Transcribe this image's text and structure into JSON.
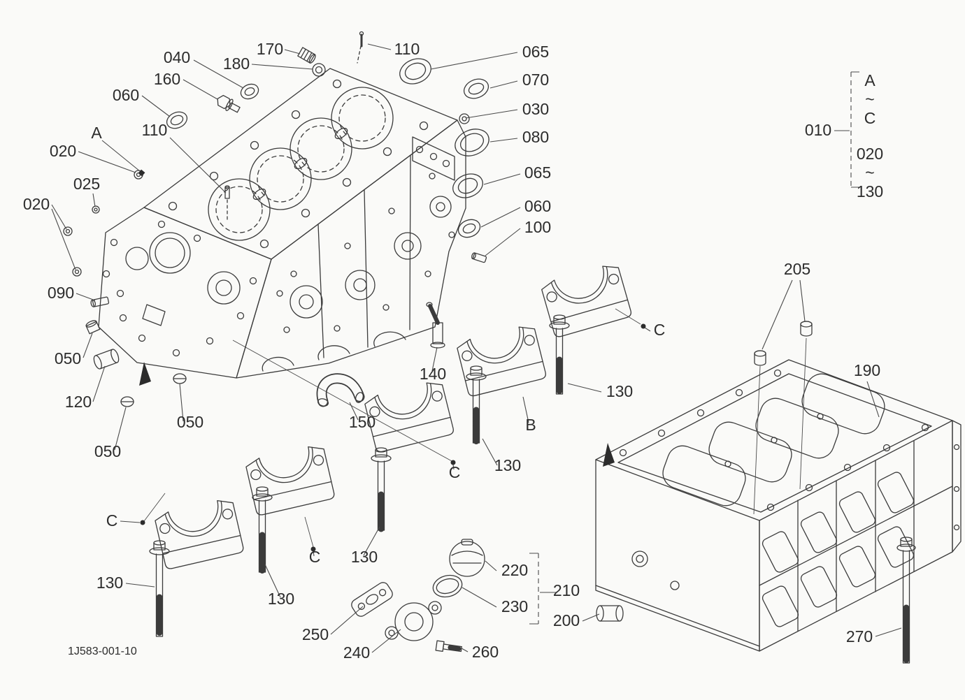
{
  "page": {
    "background_color": "#fafaf8"
  },
  "drawing": {
    "number": "1J583-001-10",
    "line_color": "#3b3b3b",
    "text_color": "#2c2c2c"
  },
  "legend": {
    "ref_label": "010",
    "series_top": {
      "start": "A",
      "tilde": "~",
      "end": "C"
    },
    "series_bottom": {
      "start": "020",
      "tilde": "~",
      "end": "130"
    }
  },
  "labels": [
    {
      "text": "040"
    },
    {
      "text": "170"
    },
    {
      "text": "110"
    },
    {
      "text": "065"
    },
    {
      "text": "180"
    },
    {
      "text": "160"
    },
    {
      "text": "070"
    },
    {
      "text": "060"
    },
    {
      "text": "030"
    },
    {
      "text": "A"
    },
    {
      "text": "110"
    },
    {
      "text": "080"
    },
    {
      "text": "020"
    },
    {
      "text": "065"
    },
    {
      "text": "025"
    },
    {
      "text": "060"
    },
    {
      "text": "020"
    },
    {
      "text": "100"
    },
    {
      "text": "090"
    },
    {
      "text": "050"
    },
    {
      "text": "120"
    },
    {
      "text": "050"
    },
    {
      "text": "050"
    },
    {
      "text": "140"
    },
    {
      "text": "150"
    },
    {
      "text": "B"
    },
    {
      "text": "C"
    },
    {
      "text": "130"
    },
    {
      "text": "C"
    },
    {
      "text": "130"
    },
    {
      "text": "205"
    },
    {
      "text": "190"
    },
    {
      "text": "010"
    },
    {
      "text": "C"
    },
    {
      "text": "130"
    },
    {
      "text": "C"
    },
    {
      "text": "130"
    },
    {
      "text": "130"
    },
    {
      "text": "220"
    },
    {
      "text": "210"
    },
    {
      "text": "230"
    },
    {
      "text": "200"
    },
    {
      "text": "250"
    },
    {
      "text": "240"
    },
    {
      "text": "260"
    },
    {
      "text": "270"
    }
  ]
}
